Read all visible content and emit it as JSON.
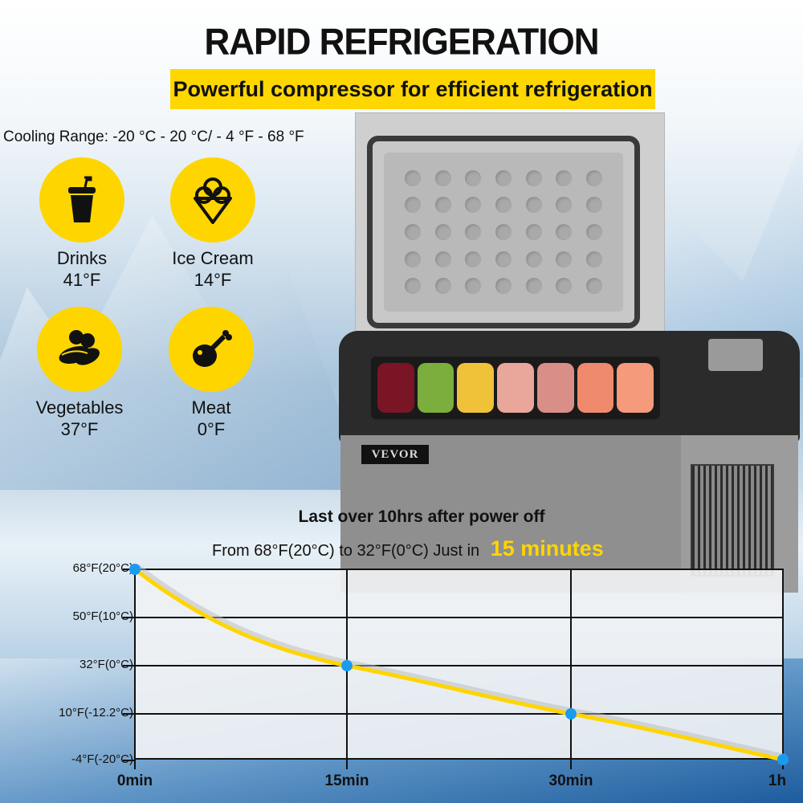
{
  "header": {
    "title": "RAPID REFRIGERATION",
    "banner": "Powerful compressor for efficient refrigeration",
    "cooling_range": "Cooling Range: -20 °C - 20 °C/ - 4 °F - 68 °F"
  },
  "foods": [
    {
      "name": "Drinks",
      "temp": "41°F",
      "icon": "drink-cup-icon"
    },
    {
      "name": "Ice Cream",
      "temp": "14°F",
      "icon": "ice-cream-icon"
    },
    {
      "name": "Vegetables",
      "temp": "37°F",
      "icon": "vegetables-icon"
    },
    {
      "name": "Meat",
      "temp": "0°F",
      "icon": "meat-drumstick-icon"
    }
  ],
  "product": {
    "brand": "VEVOR"
  },
  "performance": {
    "headline": "Last over 10hrs after power off",
    "subline": "From 68°F(20°C) to 32°F(0°C) Just in",
    "highlight": "15 minutes"
  },
  "colors": {
    "accent_yellow": "#ffd500",
    "point_blue": "#1a9bf0",
    "grid": "#111111"
  },
  "chart_data": {
    "type": "line",
    "title": "Last over 10hrs after power off",
    "xlabel": "",
    "ylabel": "",
    "categories": [
      "0min",
      "15min",
      "30min",
      "1h"
    ],
    "y_tick_labels": [
      "68°F(20°C)",
      "50°F(10°C)",
      "32°F(0°C)",
      "10°F(-12.2°C)",
      "-4°F(-20°C)"
    ],
    "series": [
      {
        "name": "Temperature",
        "values_label": [
          "68°F(20°C)",
          "32°F(0°C)",
          "10°F(-12.2°C)",
          "-4°F(-20°C)"
        ],
        "values": [
          68,
          32,
          10,
          -4
        ]
      }
    ],
    "ylim": [
      -4,
      68
    ],
    "grid": true,
    "legend": "none"
  }
}
